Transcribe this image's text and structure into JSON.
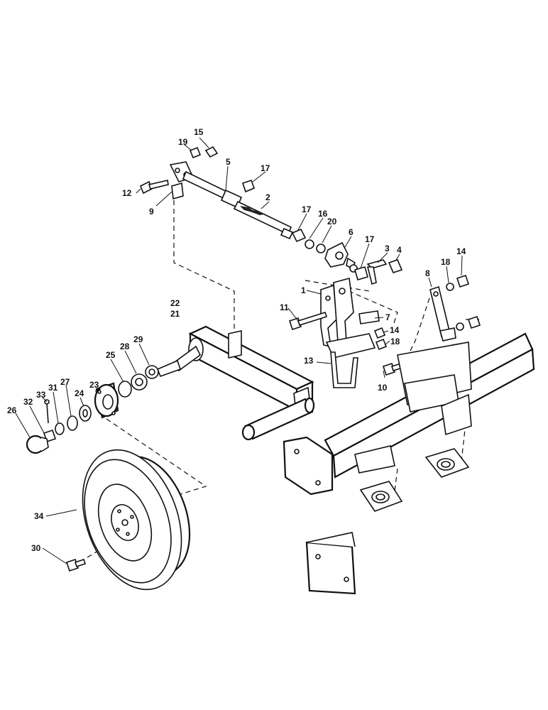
{
  "labels": {
    "l1": "1",
    "l2": "2",
    "l3": "3",
    "l4": "4",
    "l5": "5",
    "l6": "6",
    "l7": "7",
    "l8": "8",
    "l9": "9",
    "l10": "10",
    "l11": "11",
    "l12": "12",
    "l13": "13",
    "l14a": "14",
    "l14b": "14",
    "l15": "15",
    "l16": "16",
    "l17a": "17",
    "l17b": "17",
    "l17c": "17",
    "l18a": "18",
    "l18b": "18",
    "l19": "19",
    "l20": "20",
    "l21": "21",
    "l22": "22",
    "l23": "23",
    "l24": "24",
    "l25": "25",
    "l26": "26",
    "l27": "27",
    "l28": "28",
    "l29": "29",
    "l30": "30",
    "l31": "31",
    "l32": "32",
    "l33": "33",
    "l34": "34"
  }
}
